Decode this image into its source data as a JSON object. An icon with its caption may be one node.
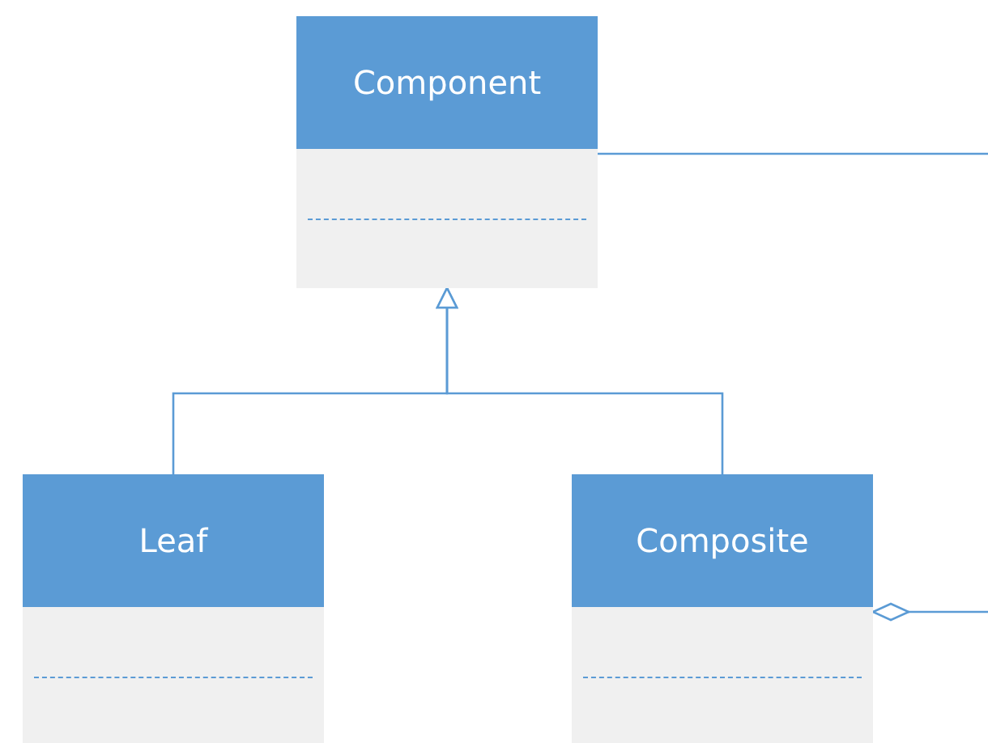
{
  "diagram": {
    "nodes": [
      {
        "text": [
          "Component"
        ]
      },
      {
        "text": [
          "Leaf"
        ]
      },
      {
        "text": [
          "Composite"
        ]
      }
    ],
    "edges": [
      {
        "from": 1,
        "to": 0,
        "arrow": "to"
      },
      {
        "from": 2,
        "to": 0,
        "arrow": "to"
      },
      {
        "from": 2,
        "to": 0,
        "arrow": "other"
      }
    ]
  }
}
